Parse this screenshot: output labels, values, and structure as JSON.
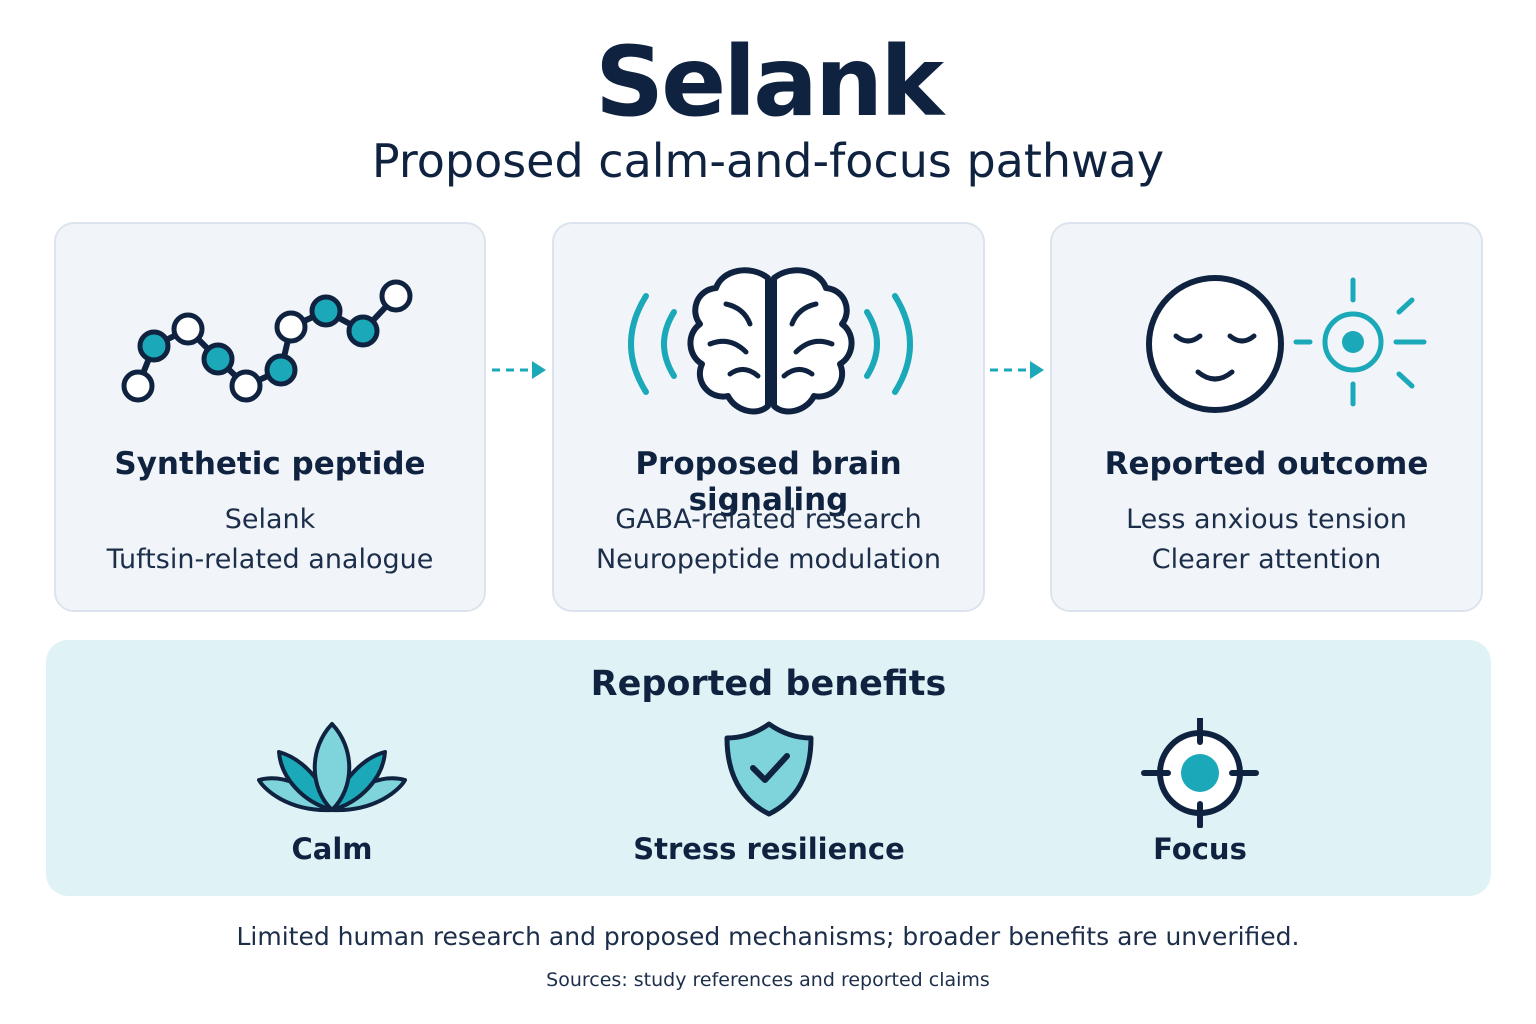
{
  "header": {
    "title": "Selank",
    "subtitle": "Proposed calm-and-focus pathway"
  },
  "cards": [
    {
      "icon": "peptide-chain-icon",
      "title": "Synthetic peptide",
      "lines": [
        "Selank",
        "Tuftsin-related analogue"
      ]
    },
    {
      "icon": "brain-signal-icon",
      "title": "Proposed brain signaling",
      "lines": [
        "GABA-related research",
        "Neuropeptide modulation"
      ]
    },
    {
      "icon": "calm-face-focus-icon",
      "title": "Reported outcome",
      "lines": [
        "Less anxious tension",
        "Clearer attention"
      ]
    }
  ],
  "benefits": {
    "title": "Reported benefits",
    "items": [
      {
        "icon": "lotus-icon",
        "label": "Calm"
      },
      {
        "icon": "shield-check-icon",
        "label": "Stress resilience"
      },
      {
        "icon": "target-icon",
        "label": "Focus"
      }
    ]
  },
  "footer": {
    "disclaimer": "Limited human research and proposed mechanisms; broader benefits are unverified.",
    "sources": "Sources: study references and reported claims"
  },
  "colors": {
    "navy": "#0f2340",
    "teal": "#1ba8b8",
    "teal_light": "#7fd3da",
    "card_bg": "#f1f5f9",
    "benefits_bg": "#dff3f6"
  }
}
